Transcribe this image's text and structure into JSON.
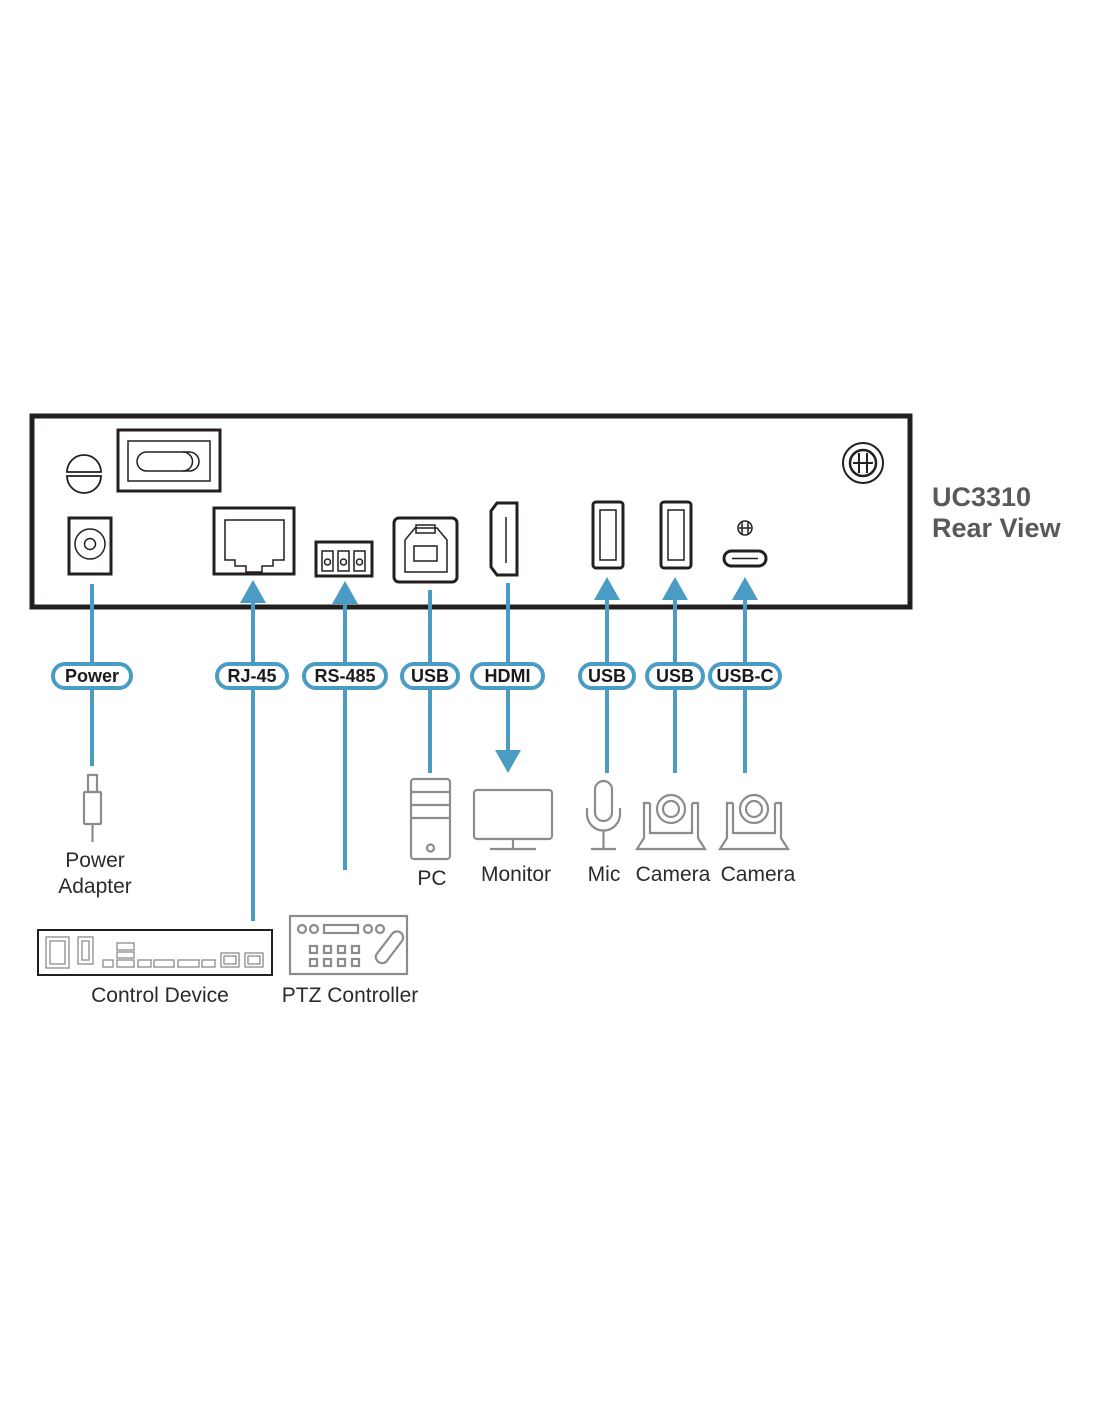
{
  "title": {
    "line1": "UC3310",
    "line2": "Rear View"
  },
  "colors": {
    "accent": "#4a9cc4",
    "device_outline": "#231f20",
    "icon_gray": "#8c8c8c",
    "title_gray": "#595959"
  },
  "ports": [
    {
      "id": "power",
      "label": "Power",
      "direction": "in",
      "device": "Power Adapter"
    },
    {
      "id": "rj45",
      "label": "RJ-45",
      "direction": "in",
      "device": "Control Device"
    },
    {
      "id": "rs485",
      "label": "RS-485",
      "direction": "in",
      "device": "PTZ Controller"
    },
    {
      "id": "usb-b",
      "label": "USB",
      "direction": "in",
      "device": "PC"
    },
    {
      "id": "hdmi",
      "label": "HDMI",
      "direction": "out",
      "device": "Monitor"
    },
    {
      "id": "usb-a-1",
      "label": "USB",
      "direction": "in",
      "device": "Mic"
    },
    {
      "id": "usb-a-2",
      "label": "USB",
      "direction": "in",
      "device": "Camera"
    },
    {
      "id": "usb-c",
      "label": "USB-C",
      "direction": "in",
      "device": "Camera"
    }
  ],
  "devices": {
    "power_adapter": {
      "line1": "Power",
      "line2": "Adapter"
    },
    "pc": "PC",
    "monitor": "Monitor",
    "mic": "Mic",
    "camera1": "Camera",
    "camera2": "Camera",
    "control_device": "Control Device",
    "ptz_controller": "PTZ Controller"
  }
}
